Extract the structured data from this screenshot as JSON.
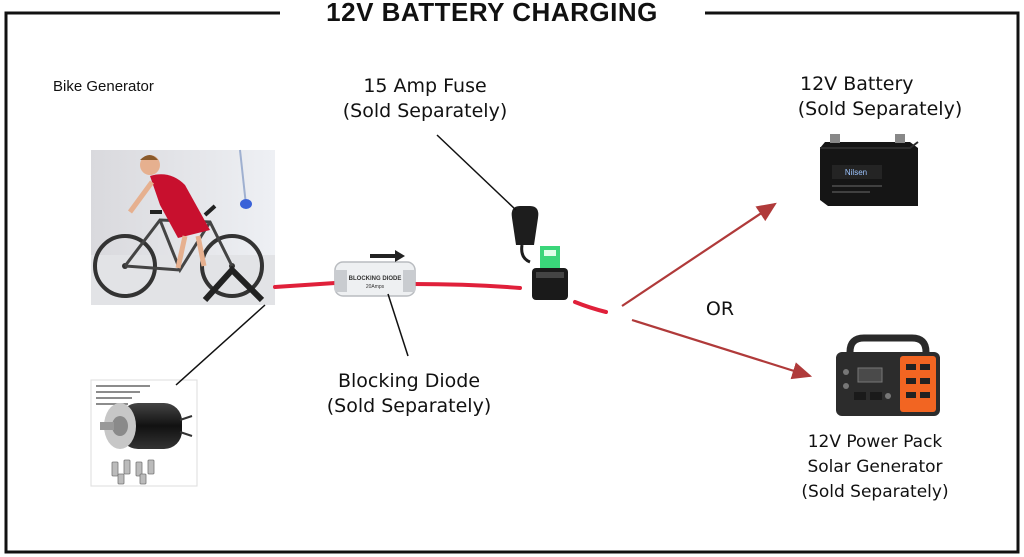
{
  "title": "12V BATTERY CHARGING",
  "labels": {
    "bike_generator": "Bike Generator",
    "fuse": [
      "15 Amp  Fuse",
      "(Sold Separately)"
    ],
    "battery": [
      "12V Battery",
      "(Sold Separately)"
    ],
    "or": "OR",
    "diode": [
      "Blocking Diode",
      "(Sold Separately)"
    ],
    "power_pack": [
      "12V Power Pack",
      "Solar Generator",
      "(Sold Separately)"
    ]
  },
  "component_text": {
    "diode_label": "BLOCKING DIODE",
    "diode_rating": "20Amps",
    "battery_brand": "Nilsen"
  },
  "colors": {
    "wire": "#e0203a",
    "arrow": "#b03a3a",
    "frame": "#111111",
    "power_pack_accent": "#f26522"
  }
}
